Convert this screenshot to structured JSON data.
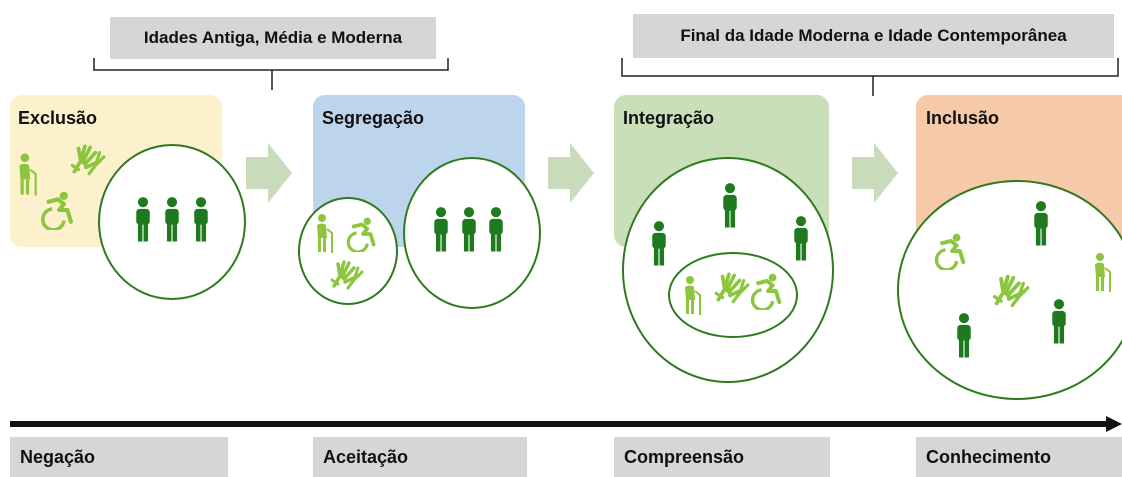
{
  "periods": [
    {
      "label": "Idades Antiga, Média e Moderna"
    },
    {
      "label": "Final da Idade Moderna e Idade Contemporânea"
    }
  ],
  "stages": [
    {
      "label": "Exclusão",
      "color": "#fdf0cc"
    },
    {
      "label": "Segregação",
      "color": "#bdd5ec"
    },
    {
      "label": "Integração",
      "color": "#c9dfba"
    },
    {
      "label": "Inclusão",
      "color": "#f6c9ab"
    }
  ],
  "attitudes": [
    {
      "label": "Negação"
    },
    {
      "label": "Aceitação"
    },
    {
      "label": "Compreensão"
    },
    {
      "label": "Conhecimento"
    }
  ],
  "colors": {
    "icon_dark": "#1f7a1f",
    "icon_light": "#8cc63f",
    "arrow": "#c8dcbc",
    "timeline": "#111111"
  }
}
